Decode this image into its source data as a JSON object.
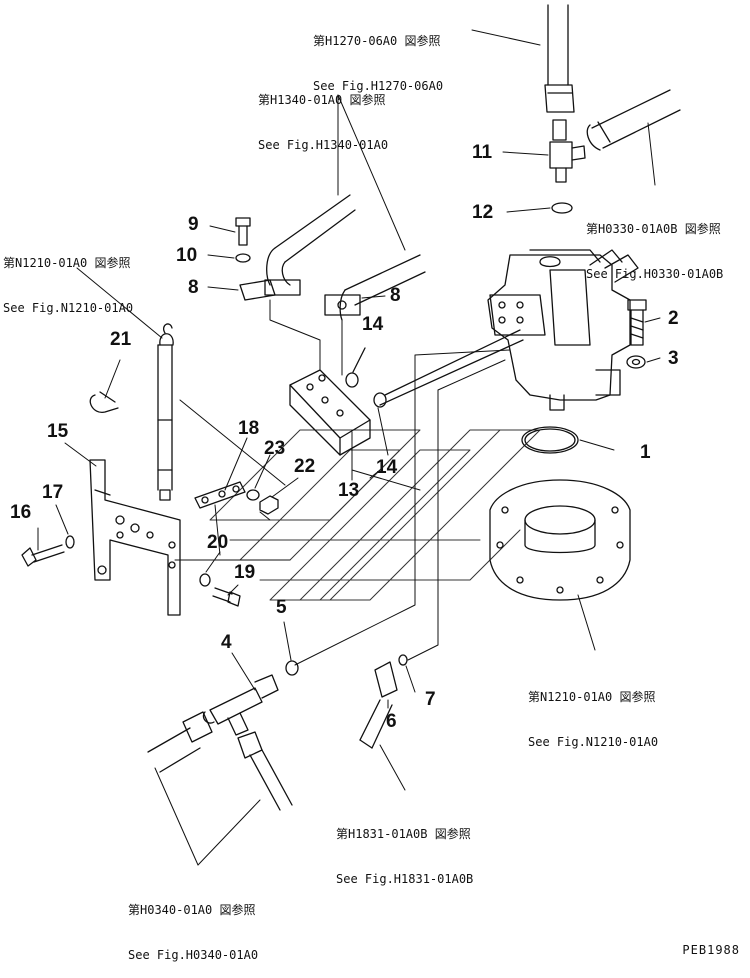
{
  "refs": [
    {
      "id": "h1270",
      "jp": "第H1270-06A0 図参照",
      "en": "See Fig.H1270-06A0"
    },
    {
      "id": "h1340",
      "jp": "第H1340-01A0 図参照",
      "en": "See Fig.H1340-01A0"
    },
    {
      "id": "n1210a",
      "jp": "第N1210-01A0 図参照",
      "en": "See Fig.N1210-01A0"
    },
    {
      "id": "h0330",
      "jp": "第H0330-01A0B 図参照",
      "en": "See Fig.H0330-01A0B"
    },
    {
      "id": "n1210b",
      "jp": "第N1210-01A0 図参照",
      "en": "See Fig.N1210-01A0"
    },
    {
      "id": "h1831",
      "jp": "第H1831-01A0B 図参照",
      "en": "See Fig.H1831-01A0B"
    },
    {
      "id": "h0340",
      "jp": "第H0340-01A0 図参照",
      "en": "See Fig.H0340-01A0"
    }
  ],
  "callouts": [
    "1",
    "2",
    "3",
    "4",
    "5",
    "6",
    "7",
    "8",
    "8",
    "9",
    "10",
    "11",
    "12",
    "13",
    "14",
    "14",
    "15",
    "16",
    "17",
    "18",
    "19",
    "20",
    "21",
    "22",
    "23"
  ],
  "footer": "PEB1988"
}
